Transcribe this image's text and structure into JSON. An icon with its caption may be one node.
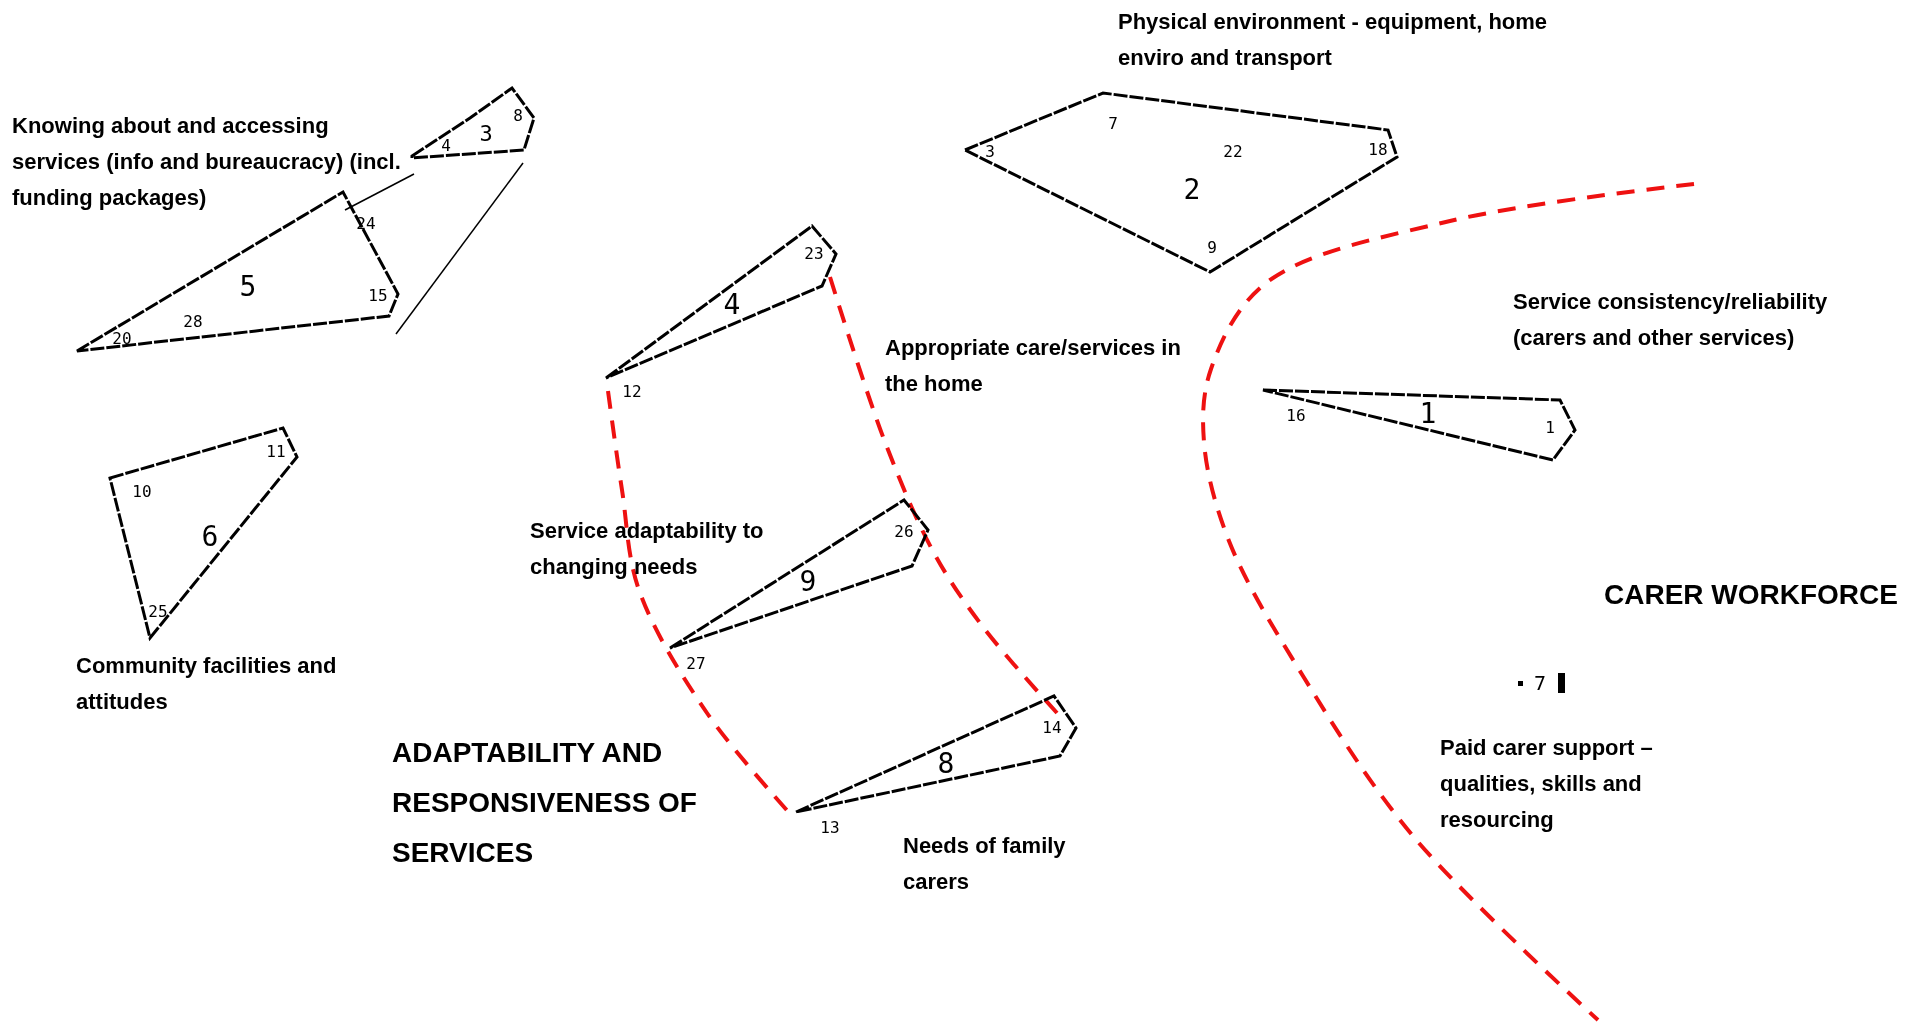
{
  "diagram": {
    "nodes": [
      {
        "text": [
          "3",
          "4",
          "8"
        ]
      },
      {
        "text": [
          "5",
          "24",
          "15",
          "28",
          "20"
        ],
        "beside": [
          "Knowing about and accessing services (info and bureaucracy) (incl. funding packages)"
        ]
      },
      {
        "text": [
          "2",
          "3",
          "7",
          "22",
          "18",
          "9"
        ],
        "beside": [
          "Physical environment - equipment, home enviro and transport"
        ]
      },
      {
        "text": [
          "4",
          "23",
          "12"
        ],
        "beside": [
          "Appropriate care/services in the home"
        ]
      },
      {
        "text": [
          "16",
          "1",
          "1"
        ],
        "beside": [
          "Service consistency/reliability (carers and other services)"
        ]
      },
      {
        "text": [
          "6",
          "10",
          "11",
          "25"
        ],
        "beside": [
          "Community facilities and attitudes"
        ]
      },
      {
        "text": [
          "9",
          "26",
          "27"
        ],
        "beside": [
          "Service adaptability to changing needs"
        ]
      },
      {
        "text": [
          "7"
        ],
        "beside": [
          "Paid carer support – qualities, skills and resourcing"
        ]
      },
      {
        "text": [
          "8",
          "14",
          "13"
        ],
        "beside": [
          "Needs of family carers"
        ]
      }
    ],
    "labels": [
      "ADAPTABILITY AND RESPONSIVENESS OF SERVICES",
      "CARER WORKFORCE"
    ]
  }
}
